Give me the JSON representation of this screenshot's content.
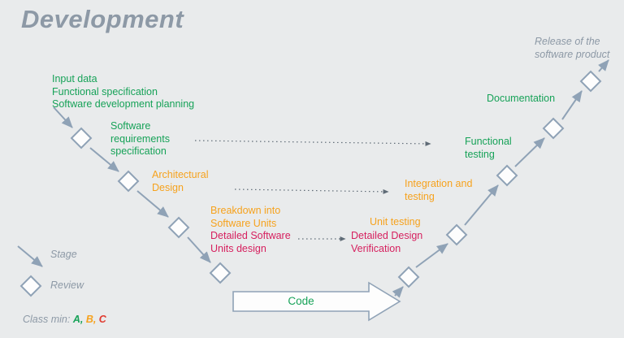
{
  "title": "Development",
  "colors": {
    "green": "#17a258",
    "orange": "#f6a21d",
    "crimson": "#d61f5e",
    "red": "#e03a2f",
    "slate": "#8fa2b6",
    "gray_text": "#8d99a6",
    "background": "#e9ebec"
  },
  "nodes": {
    "input_data": "Input data\nFunctional specification\nSoftware development planning",
    "software_requirements": "Software\nrequirements\nspecification",
    "architectural_design": "Architectural\nDesign",
    "breakdown": "Breakdown into\nSoftware Units",
    "detailed_software": "Detailed Software\nUnits design",
    "unit_testing": "Unit testing",
    "detailed_design_verification": "Detailed Design\nVerification",
    "integration_testing": "Integration and\ntesting",
    "functional_testing": "Functional\ntesting",
    "documentation": "Documentation",
    "release": "Release of the\nsoftware product",
    "code": "Code"
  },
  "legend": {
    "stage": "Stage",
    "review": "Review",
    "class_min": "Class min:",
    "class_a": "A,",
    "class_b": "B,",
    "class_c": "C"
  }
}
